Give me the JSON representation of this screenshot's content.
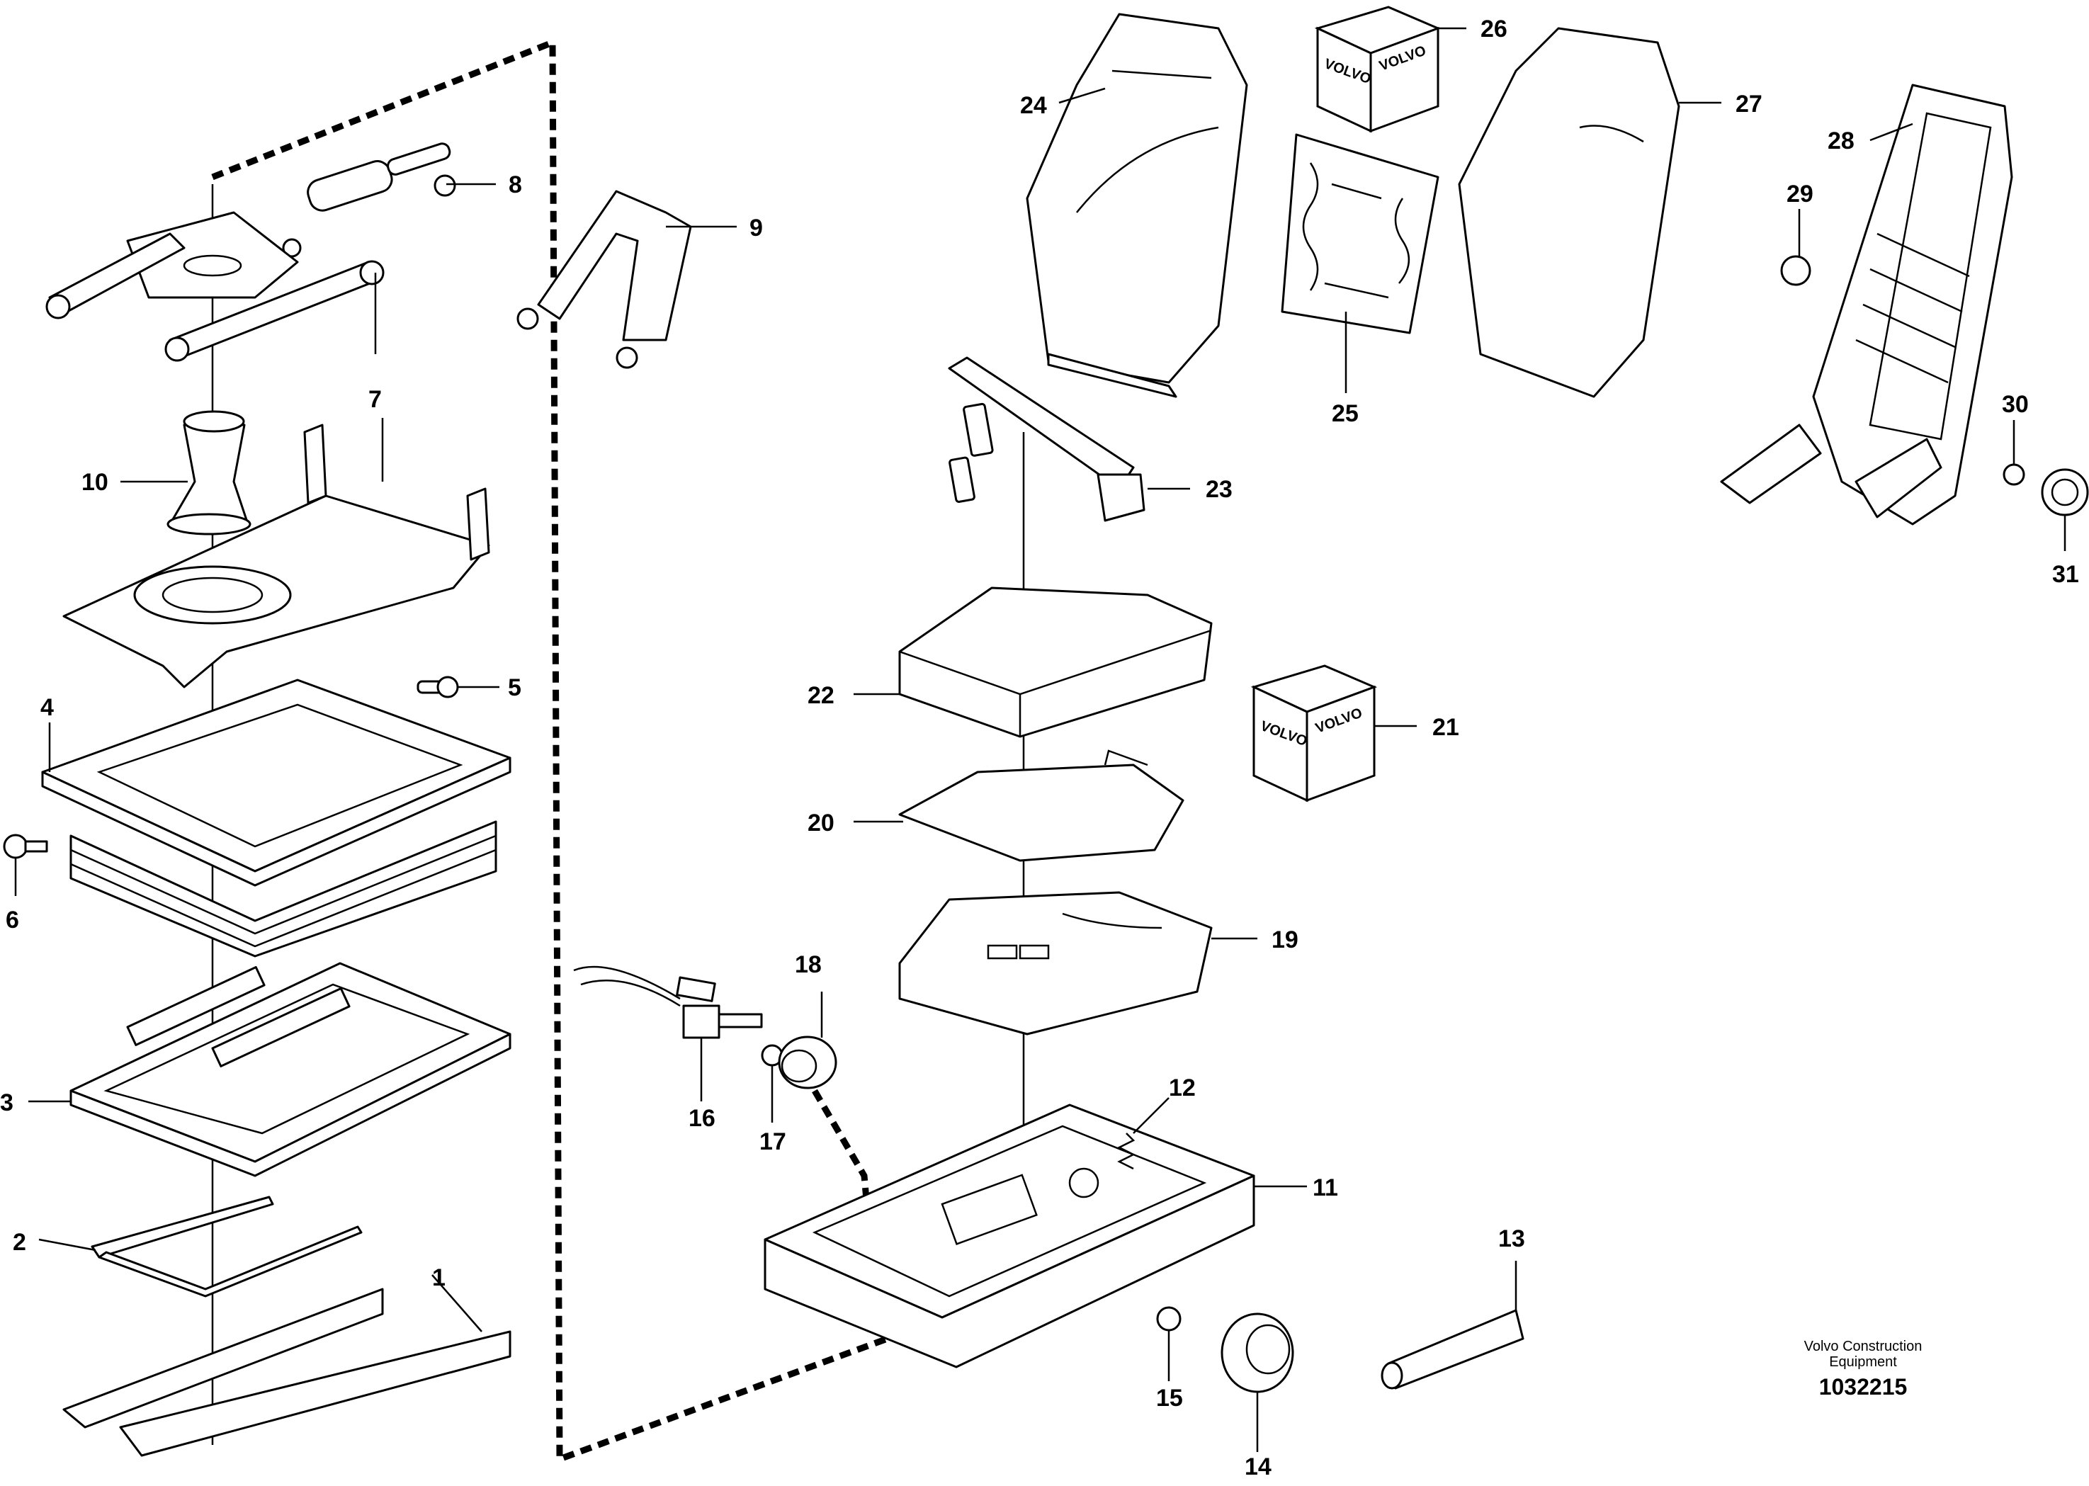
{
  "callouts": [
    "1",
    "2",
    "3",
    "4",
    "5",
    "6",
    "7",
    "8",
    "9",
    "10",
    "11",
    "12",
    "13",
    "14",
    "15",
    "16",
    "17",
    "18",
    "19",
    "20",
    "21",
    "22",
    "23",
    "24",
    "25",
    "26",
    "27",
    "28",
    "29",
    "30",
    "31"
  ],
  "box_brand": "VOLVO",
  "footer": {
    "company_line1": "Volvo Construction",
    "company_line2": "Equipment",
    "drawing_number": "1032215"
  }
}
